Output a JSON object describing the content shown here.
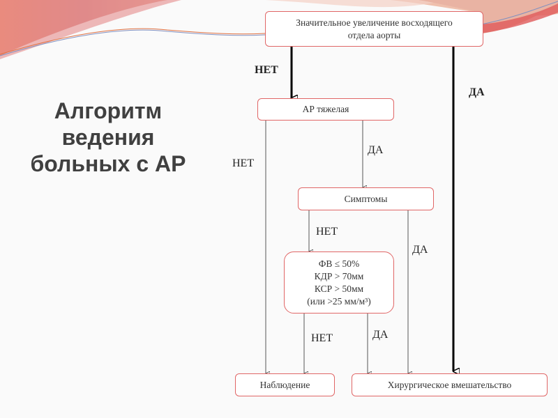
{
  "title": "Алгоритм ведения больных с АР",
  "title_lines": [
    "Алгоритм",
    "ведения",
    "больных с АР"
  ],
  "nodes": {
    "start": [
      "Значительное увеличение восходящего",
      "отдела аорты"
    ],
    "severe": "АР тяжелая",
    "symptoms": "Симптомы",
    "criteria": [
      "ФВ ≤ 50%",
      "КДР > 70мм",
      "КСР > 50мм",
      "(или >25 мм/м³)"
    ],
    "observation": "Наблюдение",
    "surgery": "Хирургическое вмешательство"
  },
  "edges": {
    "start_no": "НЕТ",
    "start_yes": "ДА",
    "severe_no": "НЕТ",
    "severe_yes": "ДА",
    "symptoms_no": "НЕТ",
    "symptoms_yes": "ДА",
    "criteria_no": "НЕТ",
    "criteria_yes": "ДА"
  },
  "colors": {
    "box_border": "#e06666",
    "accent": "#d9534f"
  }
}
